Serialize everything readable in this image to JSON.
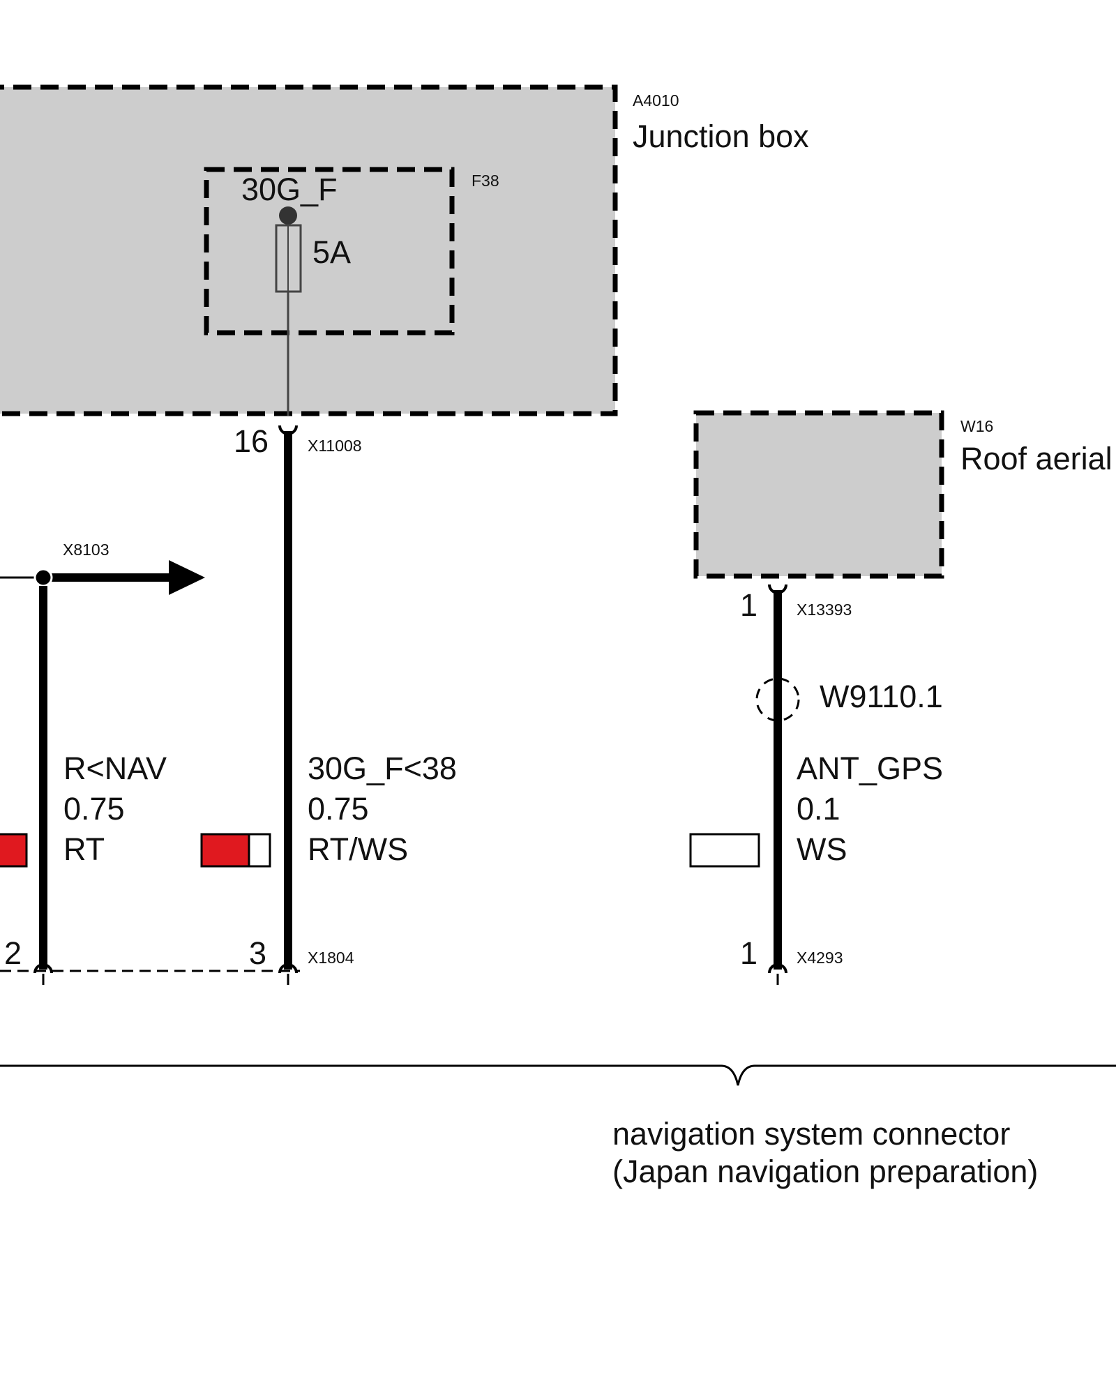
{
  "components": {
    "junction_box": {
      "code": "A4010",
      "name": "Junction box"
    },
    "fuse": {
      "code": "F38",
      "terminal": "30G_F",
      "rating": "5A"
    },
    "roof_aerial": {
      "code": "W16",
      "name": "Roof aerial"
    },
    "shield": {
      "code": "W9110.1"
    }
  },
  "connectors": {
    "x11008": {
      "code": "X11008",
      "pin": "16"
    },
    "x8103": {
      "code": "X8103"
    },
    "x13393": {
      "code": "X13393",
      "pin": "1"
    },
    "x1804": {
      "code": "X1804",
      "pin_left": "2",
      "pin_right": "3"
    },
    "x4293": {
      "code": "X4293",
      "pin": "1"
    }
  },
  "wires": [
    {
      "signal": "R<NAV",
      "size": "0.75",
      "color": "RT",
      "colors_hex": [
        "#e0191f"
      ]
    },
    {
      "signal": "30G_F<38",
      "size": "0.75",
      "color": "RT/WS",
      "colors_hex": [
        "#e0191f",
        "#ffffff"
      ]
    },
    {
      "signal": "ANT_GPS",
      "size": "0.1",
      "color": "WS",
      "colors_hex": [
        "#ffffff"
      ]
    }
  ],
  "group_label": {
    "line1": "navigation system connector",
    "line2": "(Japan navigation preparation)"
  },
  "colors": {
    "component_fill": "#cdcdcd",
    "wire_red": "#e0191f"
  }
}
